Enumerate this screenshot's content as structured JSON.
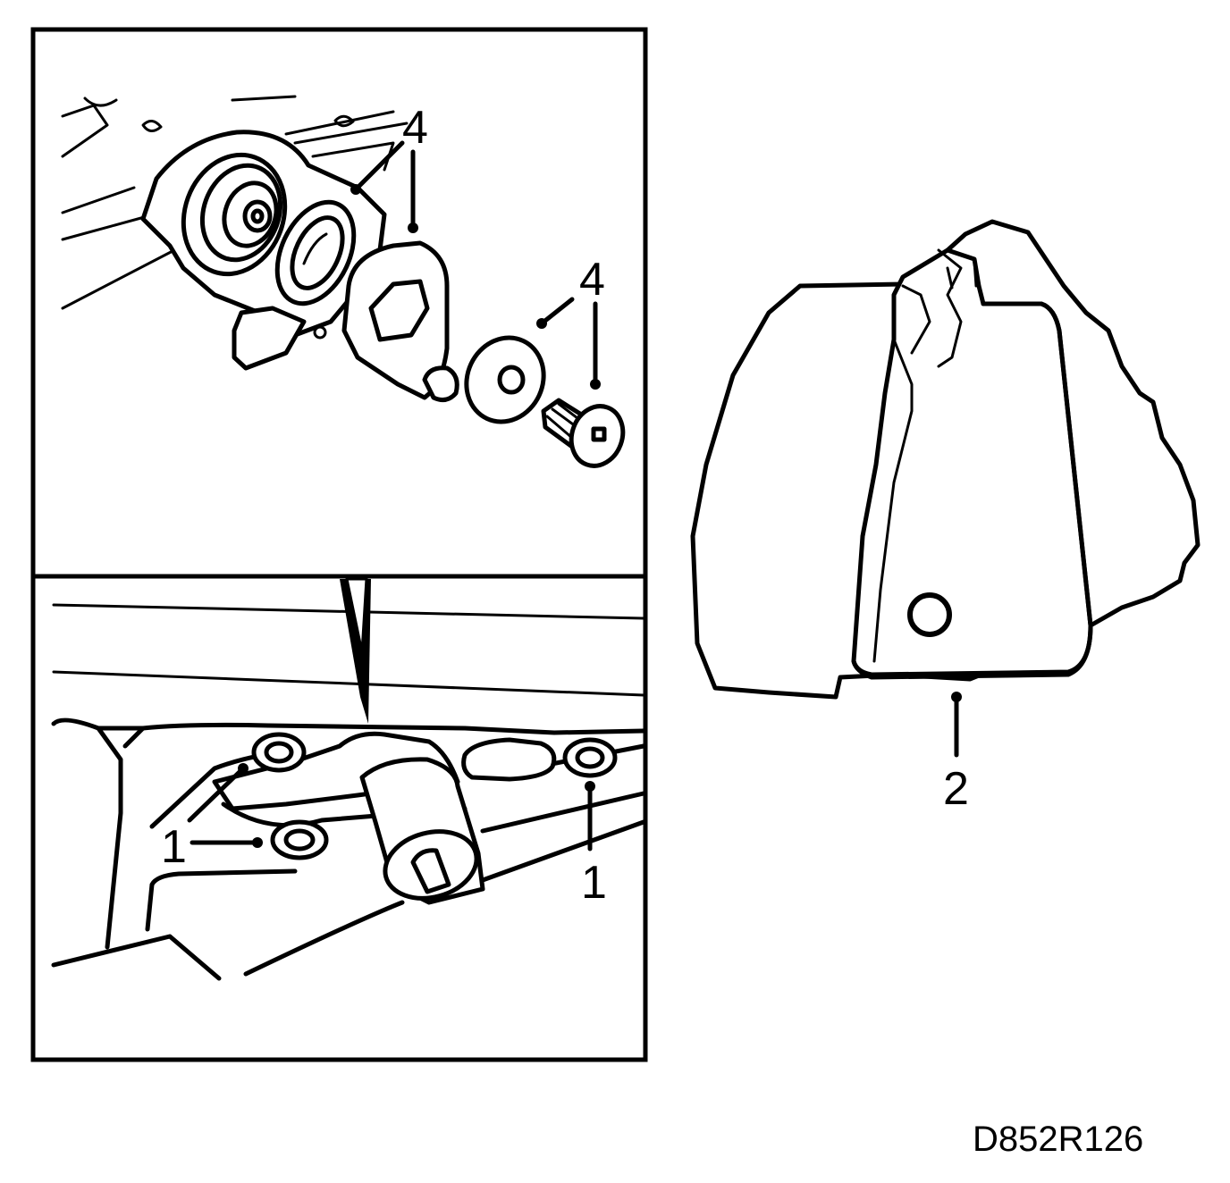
{
  "callouts": {
    "upper_4a": "4",
    "upper_4b": "4",
    "lower_1a": "1",
    "lower_1b": "1",
    "right_2": "2"
  },
  "reference_code": "D852R126"
}
